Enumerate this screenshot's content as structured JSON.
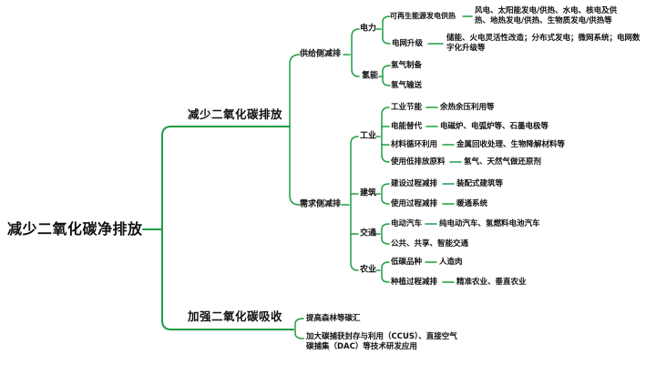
{
  "colors": {
    "line_green": "#1f9d45",
    "text": "#111111"
  },
  "root": {
    "label": "减少二氧化碳净排放"
  },
  "reduce": {
    "label": "减少二氧化碳排放",
    "supply": {
      "label": "供给侧减排",
      "power": {
        "label": "电力",
        "renewable": {
          "label": "可再生能源发电供热",
          "leaf": "风电、太阳能发电/供热、水电、核电及供热、地热发电/供热、生物质发电/供热等"
        },
        "grid": {
          "label": "电网升级",
          "leaf": "储能、火电灵活性改造；分布式发电；微网系统；电网数字化升级等"
        }
      },
      "hydrogen": {
        "label": "氢能",
        "rows": [
          "氢气制备",
          "氢气输送"
        ]
      }
    },
    "demand": {
      "label": "需求侧减排",
      "industry": {
        "label": "工业",
        "rows": [
          {
            "label": "工业节能",
            "leaf": "余热余压利用等"
          },
          {
            "label": "电能替代",
            "leaf": "电磁炉、电弧炉等、石墨电极等"
          },
          {
            "label": "材料循环利用",
            "leaf": "金属回收处理、生物降解材料等"
          },
          {
            "label": "使用低排放原料",
            "leaf": "氢气、天然气做还原剂"
          }
        ]
      },
      "building": {
        "label": "建筑",
        "rows": [
          {
            "label": "建设过程减排",
            "leaf": "装配式建筑等"
          },
          {
            "label": "使用过程减排",
            "leaf": "暖通系统"
          }
        ]
      },
      "transport": {
        "label": "交通",
        "rows": [
          {
            "label": "电动汽车",
            "leaf": "纯电动汽车、氢燃料电池汽车"
          },
          {
            "label": "公共、共享、智能交通",
            "leaf": ""
          }
        ]
      },
      "agriculture": {
        "label": "农业",
        "rows": [
          {
            "label": "低碳品种",
            "leaf": "人造肉"
          },
          {
            "label": "种植过程减排",
            "leaf": "精准农业、垂直农业"
          }
        ]
      }
    }
  },
  "absorb": {
    "label": "加强二氧化碳吸收",
    "items": [
      "提高森林等碳汇",
      "加大碳捕获封存与利用（CCUS）、直接空气碳捕集（DAC）等技术研发应用"
    ]
  }
}
